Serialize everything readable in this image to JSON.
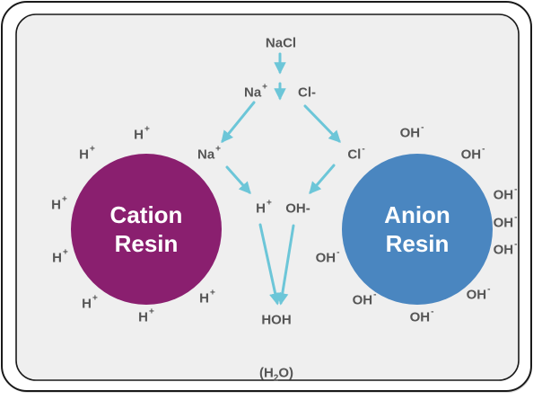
{
  "colors": {
    "frame_stroke": "#1a1a1a",
    "panel_bg": "#efefef",
    "cation": "#8a1f6f",
    "anion": "#4a86c0",
    "arrow": "#6cc6d8",
    "ion_text": "#555555"
  },
  "reagent": "NaCl",
  "split": {
    "na": "Na",
    "na_charge": "+",
    "cl": "Cl-"
  },
  "exchange": {
    "na": "Na",
    "na_charge": "+",
    "cl": "Cl",
    "cl_charge": "-"
  },
  "released": {
    "h": "H",
    "h_charge": "+",
    "oh": "OH-"
  },
  "product": "HOH",
  "formula": {
    "open": "(H",
    "sub": "2",
    "close": "O)"
  },
  "cation_resin": {
    "line1": "Cation",
    "line2": "Resin"
  },
  "anion_resin": {
    "line1": "Anion",
    "line2": "Resin"
  },
  "cation_ions": {
    "symbol": "H",
    "charge": "+"
  },
  "anion_ions": {
    "symbol": "OH",
    "charge": "-"
  }
}
